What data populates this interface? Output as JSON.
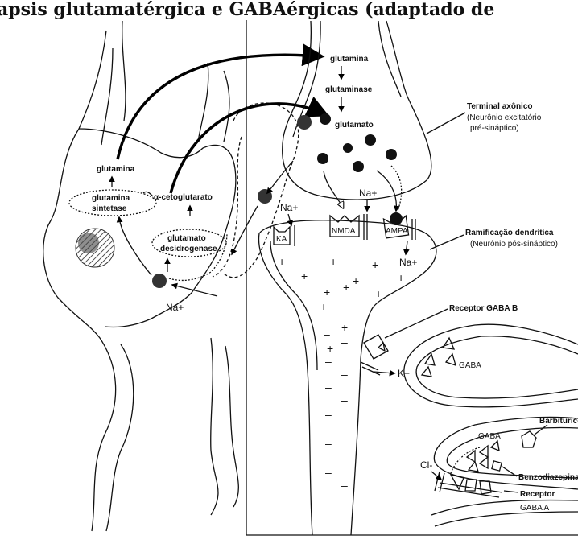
{
  "title_fragment": "apsis glutamatérgica e GABAérgicas (adaptado de",
  "labels": {
    "glutamina_top": "glutamina",
    "glutaminase": "glutaminase",
    "glutamato": "glutamato",
    "terminal_1": "Terminal axônico",
    "terminal_2": "(Neurônio excitatório",
    "terminal_3": "pré-sináptico)",
    "glutamina_left": "glutamina",
    "glutamina_sint_1": "glutamina",
    "glutamina_sint_2": "sintetase",
    "cetoglutarato": "α-cetoglutarato",
    "glut_desid_1": "glutamato",
    "glut_desid_2": "desidrogenase",
    "na_left": "Na+",
    "na_ka": "Na+",
    "na_nmda": "Na+",
    "na_ampa": "Na+",
    "ka": "KA",
    "nmda": "NMDA",
    "ampa": "AMPA",
    "ramificacao_1": "Ramificação dendrítica",
    "ramificacao_2": "(Neurônio pós-sináptico)",
    "receptor_gaba_b": "Receptor GABA B",
    "k_plus": "K+",
    "gaba_1": "GABA",
    "gaba_2": "GABA",
    "barbituricos": "Barbitúricos",
    "benzodiazepinas": "Benzodiazepinas",
    "cl_minus": "Cl-",
    "receptor_gaba_a_1": "Receptor",
    "receptor_gaba_a_2": "GABA A"
  }
}
